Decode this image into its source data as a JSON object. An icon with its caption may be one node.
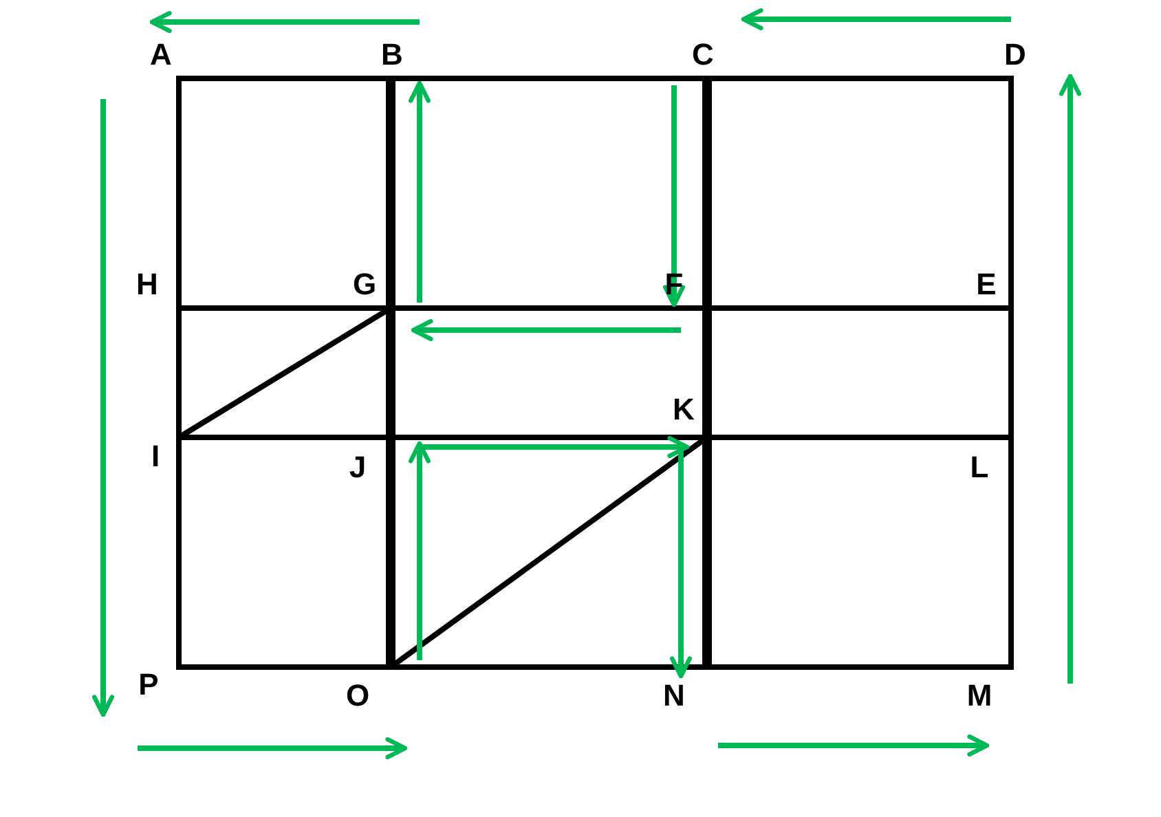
{
  "diagram": {
    "labels": [
      "A",
      "B",
      "C",
      "D",
      "H",
      "G",
      "F",
      "E",
      "K",
      "I",
      "J",
      "L",
      "P",
      "O",
      "N",
      "M"
    ]
  }
}
